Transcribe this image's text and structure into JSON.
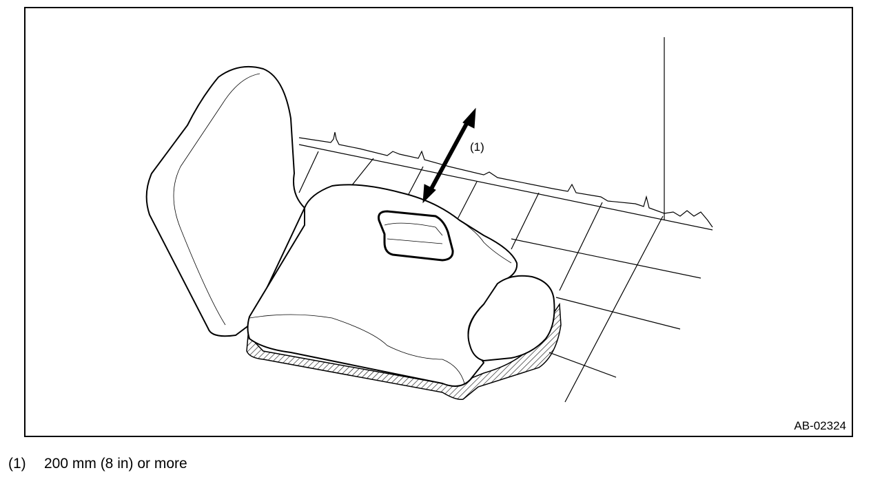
{
  "figure": {
    "id_label": "AB-02324",
    "callout": "(1)"
  },
  "legend": {
    "items": [
      {
        "num": "(1)",
        "text": "200 mm (8 in) or more"
      }
    ]
  }
}
